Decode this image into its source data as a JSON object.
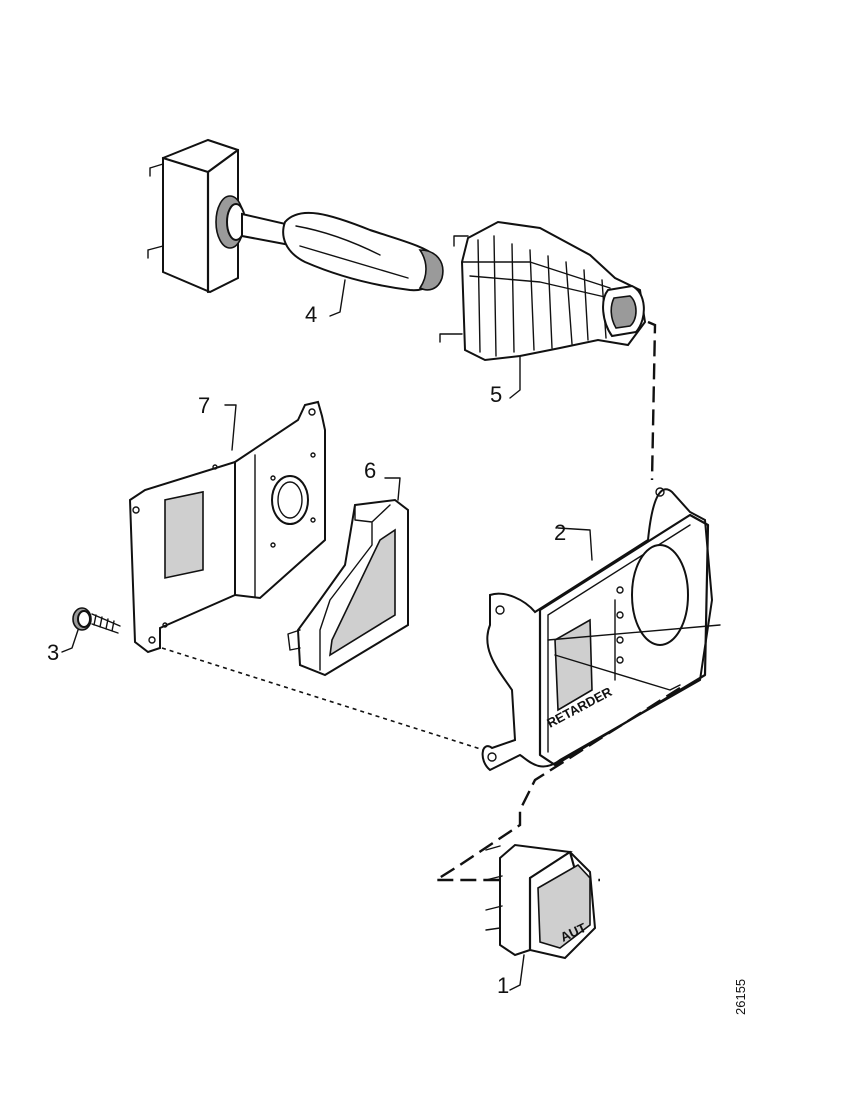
{
  "callouts": [
    {
      "id": "1",
      "label": "1"
    },
    {
      "id": "2",
      "label": "2"
    },
    {
      "id": "3",
      "label": "3"
    },
    {
      "id": "4",
      "label": "4"
    },
    {
      "id": "5",
      "label": "5"
    },
    {
      "id": "6",
      "label": "6"
    },
    {
      "id": "7",
      "label": "7"
    }
  ],
  "panel_text": "RETARDER",
  "switch_text": "AUT",
  "drawing_reference": "26155"
}
